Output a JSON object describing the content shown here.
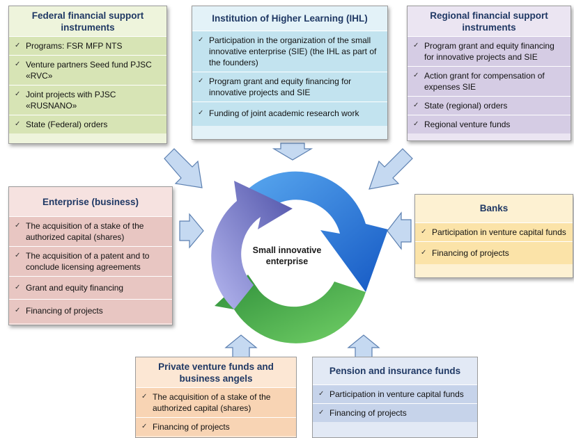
{
  "center": {
    "line1": "Small innovative",
    "line2": "enterprise"
  },
  "federal": {
    "title": "Federal financial support instruments",
    "items": [
      "Programs: FSR MFP NTS",
      "Venture partners Seed fund PJSC «RVC»",
      "Joint projects with PJSC «RUSNANO»",
      "State (Federal) orders"
    ]
  },
  "ihl": {
    "title": "Institution of Higher Learning (IHL)",
    "items": [
      "Participation in the organization of the small innovative enterprise (SIE)  (the IHL as part of the founders)",
      "Program grant and equity financing for innovative projects and SIE",
      "Funding of joint academic research work"
    ]
  },
  "regional": {
    "title": "Regional financial support instruments",
    "items": [
      "Program grant and equity financing for innovative projects and SIE",
      "Action grant for compensation of expenses SIE",
      "State (regional) orders",
      "Regional venture funds"
    ]
  },
  "enterprise": {
    "title": "Enterprise (business)",
    "items": [
      "The acquisition of a stake of the authorized capital (shares)",
      "The acquisition of a patent and to conclude licensing agreements",
      "Grant and equity financing",
      "Financing of projects"
    ]
  },
  "banks": {
    "title": "Banks",
    "items": [
      "Participation in venture capital funds",
      "Financing of projects"
    ]
  },
  "private": {
    "title": "Private venture funds and business angels",
    "items": [
      "The acquisition of a stake of the authorized capital (shares)",
      "Financing of projects"
    ]
  },
  "pension": {
    "title": "Pension and insurance funds",
    "items": [
      "Participation in venture capital funds",
      "Financing of projects"
    ]
  },
  "colors": {
    "federal_title_bg": "#eef4dc",
    "federal_item_bg": "#d7e4b5",
    "ihl_title_bg": "#e3f2f8",
    "ihl_item_bg": "#c2e3ef",
    "regional_title_bg": "#ebe5f2",
    "regional_item_bg": "#d5cce4",
    "enterprise_title_bg": "#f6e2e0",
    "enterprise_item_bg": "#e8c6c2",
    "banks_title_bg": "#fdf1d2",
    "banks_item_bg": "#fbe3a8",
    "private_title_bg": "#fce7d4",
    "private_item_bg": "#f8d4b4",
    "pension_title_bg": "#e2e9f5",
    "pension_item_bg": "#c6d3ea",
    "cycle_blue": "#1f6fd8",
    "cycle_green": "#2ea043",
    "cycle_purple": "#7d7fd6",
    "arrow_fill": "#c5d9f1",
    "arrow_stroke": "#5b7fb0"
  }
}
